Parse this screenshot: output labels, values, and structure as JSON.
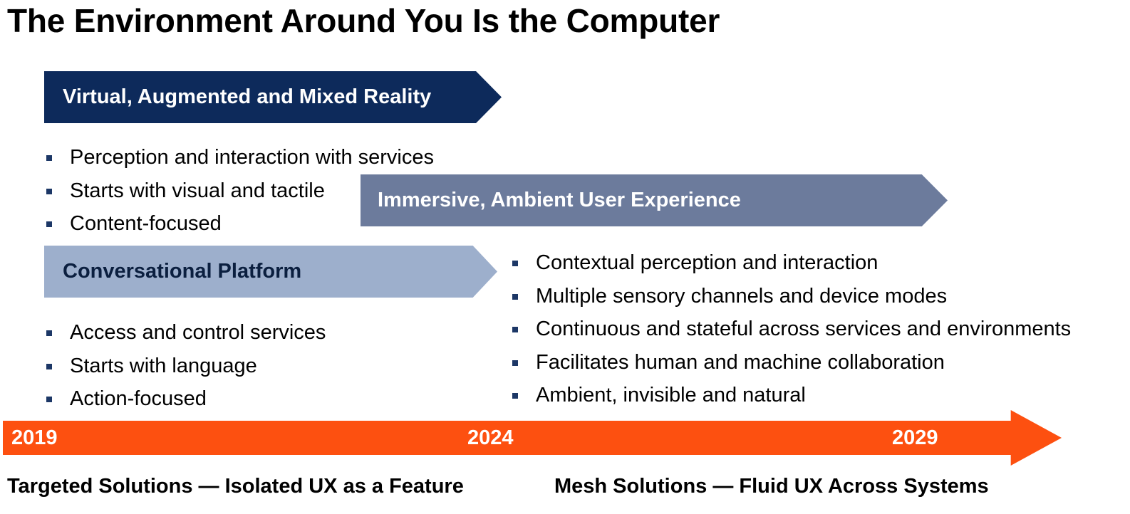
{
  "title": "The Environment Around You Is the Computer",
  "colors": {
    "vr_chevron": "#0d2a5b",
    "immersive_chevron": "#6c7b9c",
    "conversational_chevron": "#9dafcc",
    "timeline_arrow": "#fd5010",
    "bullet": "#1c3766"
  },
  "vr": {
    "label": "Virtual, Augmented and Mixed Reality",
    "bullets": [
      "Perception and interaction with services",
      "Starts with visual and tactile",
      "Content-focused"
    ]
  },
  "conversational": {
    "label": "Conversational Platform",
    "bullets": [
      "Access and control services",
      "Starts with language",
      "Action-focused"
    ]
  },
  "immersive": {
    "label": "Immersive, Ambient User Experience",
    "bullets": [
      "Contextual perception and interaction",
      "Multiple sensory channels and device modes",
      "Continuous and stateful across services and environments",
      "Facilitates human and machine collaboration",
      "Ambient, invisible and natural"
    ]
  },
  "timeline": {
    "years": [
      "2019",
      "2024",
      "2029"
    ]
  },
  "footer": {
    "left": "Targeted Solutions — Isolated UX as a Feature",
    "right": "Mesh Solutions — Fluid UX Across Systems"
  }
}
